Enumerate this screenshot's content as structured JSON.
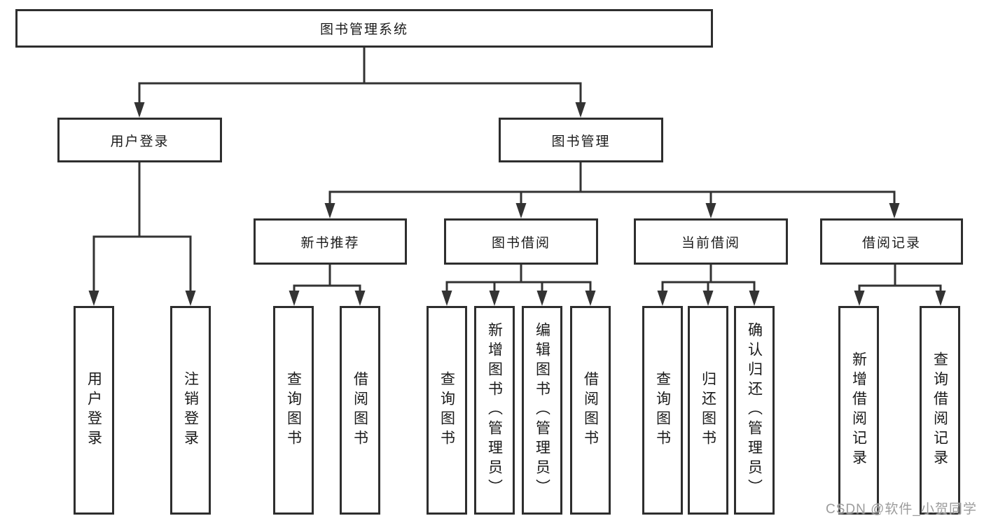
{
  "watermark": "CSDN @软件_小贺同学",
  "colors": {
    "line": "#333333",
    "box_border": "#2e2e2e",
    "text": "#1a1a1a",
    "watermark": "#9c9c9c",
    "background": "#ffffff"
  },
  "tree": {
    "root": "图书管理系统",
    "branches": [
      {
        "label": "用户登录",
        "leaves": [
          "用户登录",
          "注销登录"
        ]
      },
      {
        "label": "图书管理",
        "sections": [
          {
            "label": "新书推荐",
            "leaves": [
              "查询图书",
              "借阅图书"
            ]
          },
          {
            "label": "图书借阅",
            "leaves": [
              "查询图书",
              "新增图书（管理员）",
              "编辑图书（管理员）",
              "借阅图书"
            ]
          },
          {
            "label": "当前借阅",
            "leaves": [
              "查询图书",
              "归还图书",
              "确认归还（管理员）"
            ]
          },
          {
            "label": "借阅记录",
            "leaves": [
              "新增借阅记录",
              "查询借阅记录"
            ]
          }
        ]
      }
    ]
  }
}
